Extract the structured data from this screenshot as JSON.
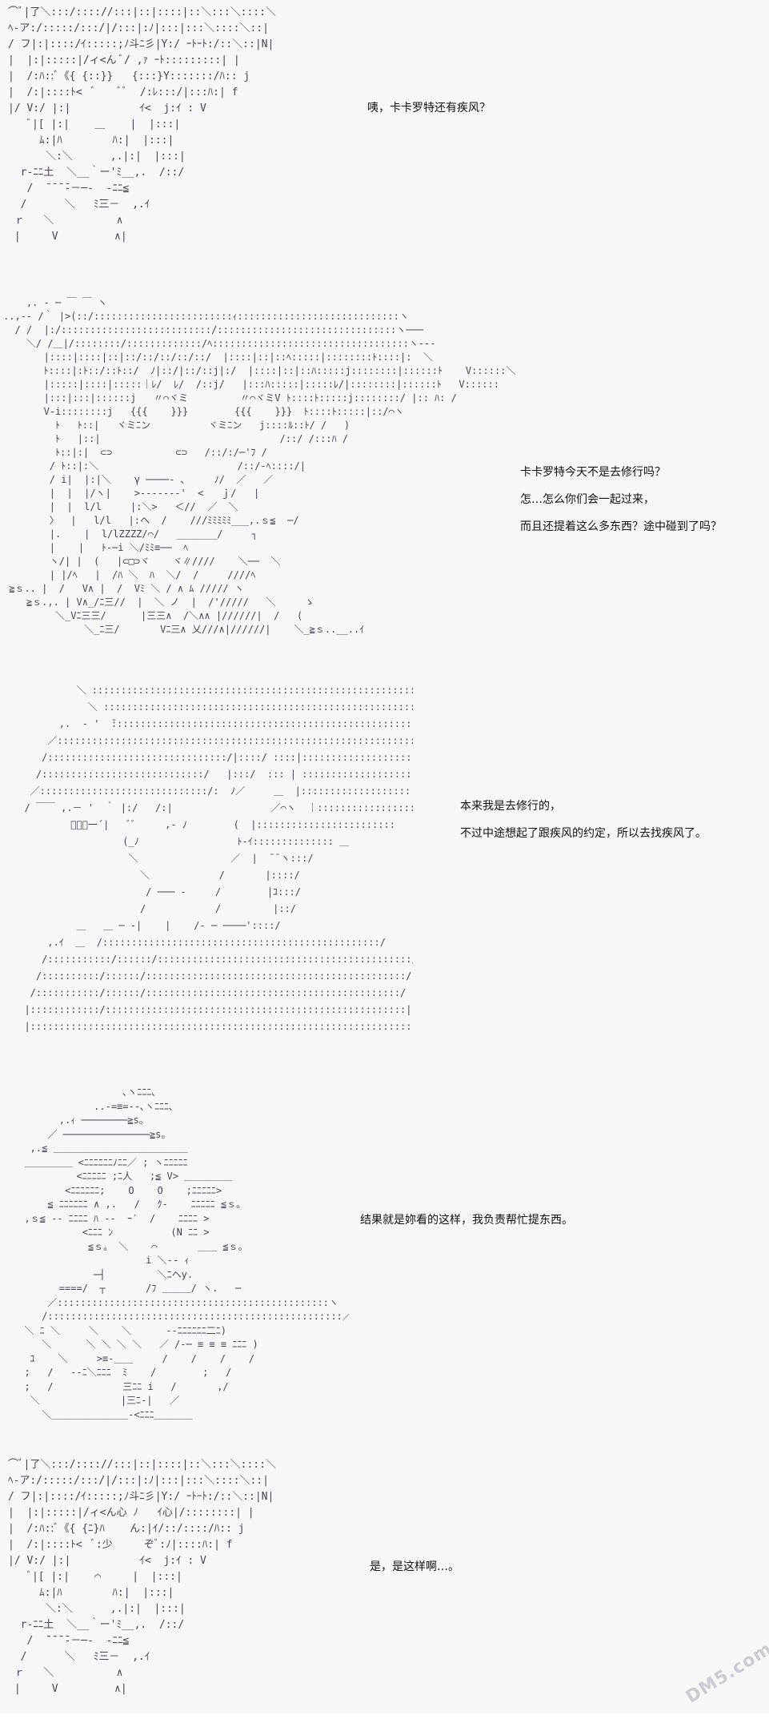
{
  "panels": [
    {
      "dialogue": [
        "咦，卡卡罗特还有疾风？"
      ],
      "art": [
        "⌒ﾞ|了＼:::/:::://:::|::|::::|::＼:::＼::::＼",
        "ﾍ‐ア:/:::::/:::/|/:::|:ﾉ|:::|:::＼::::＼::|",
        "/ フ|:|::::/ｲ:::::;ﾉ斗ﾆ彡|Y:/ ｰﾄｰﾄ:/::＼::|N|",
        "|  |:|:::::|/ィ<ん ﾞ/ ,ｧ ｰﾄ:::::::::| |",
        "|  /:ﾊ::ﾞ《{ {::}}   {:::}Y:::::::/ﾊ:: j",
        "|  /:|::::ﾄ<  ﾞ    ﾞﾞ  /:ﾚ:::/|:::ﾊ:| f",
        "|/ V:/ |:|           ｲ<  j:ｲ : V",
        "   ﾞ|[ |:|    ＿    |  |:::|",
        "     ﾑ:|ﾊ        ﾊ:|  |:::|",
        "      ＼:＼      ,.|:|  |:::|",
        "  r‐ﾆﾆ土  ＼__｀ー'ﾐ__,.  /::/",
        "   /  ̄ ̄ ̄ ̄‐－─‐  ‐ﾆﾆ≦",
        "  /      ＼   ﾐ三－  ,.ｲ",
        " ｒ   ＼          ∧",
        " |     V         ∧|"
      ]
    },
    {
      "dialogue": [
        "卡卡罗特今天不是去修行吗？",
        "怎…怎么你们会一起过来，",
        "而且还提着这么多东西？途中碰到了吗？"
      ],
      "art": [
        "    ,. ‐ ─ ￣ ￣ ヽ",
        "..,-‐ /｀ |>(::/::::::::::::::::::::::::ｨ::::::::::::::::::::::::::::ヽ",
        "  / /  |:/::::::::::::::::::::::::::/:::::::::::::::::::::::::::::::ヽ───",
        "    ＼/ /＿|/::::::::/:::::::::::::/ﾍ::::::::::::::::::::::::::::::::::ヽ--‐",
        "       |::::|::::|::|::/::/::/::/::/  |::::|::|::ﾍ:::::|::::::::ﾄ::::|:  ＼",
        "       ﾄ::::|:ﾄ::/::ﾄ::/  ﾉ|::/|::/::j|:/  |::::|::|::ﾊ:::::j::::::::|::::::ﾄ    V::::::＼",
        "       |:::::|::::|:::::｜ﾚ/  ﾚ/  /::j/   |:::ﾊ:::::|:::::ﾚ/|::::::::|::::::ﾄ   V::::::  ",
        "       |:::|:::|::::::j   〃⌒ヾミ         〃⌒ヾミV ﾄ::::ﾄ:::::j::::::::/ |:: ﾊ: /",
        "       V‐i::::::::j   {{{    }}}        {{{    }}}  ﾄ::::ﾄ:::::|::/⌒ヽ",
        "         ﾄ   ﾄ::|   ヾミﾆン          ヾミﾆン   j::::ﾙ::ﾄ/ /   )",
        "         ﾄ   |::|                               /::/ /:::ﾊ /",
        "         ﾄ::|:|  ⊂⊃           ⊂⊃   /::/:/─'ﾌ /",
        "        / ﾄ::|:＼                        /::/‐ﾍ::::/|",
        "        / i|  |:|＼    γ ────‐ ､     ﾉ/  ／   ／",
        "        |  |  |/ヽ|    >‐‐‐‐‐‐‐'  <   ｊ/   |",
        "        |  |  l/l     |:＼>   ＜//  ／  ＼ ",
        "        〉  |   l/l   |:ヘ  /    ///ﾐﾐﾐﾐﾐ___,.ｓ≦  ─/",
        "        |.    |  l/lZZZZ/⌒/   _______/     ┐",
        "        |    |   ﾄ‐─i ＼/ﾐﾐ≡──  ﾍ",
        "        ヽ/| |  (   |⊂□⊃ヾ    ヾ∥////    ＼──  ＼",
        "        | |/ﾍ   |  /ﾊ ＼  ﾊ  ＼/  /     ////ﾍ",
        " ≧ｓ.. |  /   V∧ |  /  Vﾐ ＼ / ∧ ﾑ ///// ヽ",
        "    ≧ｓ.,. | V∧_/ﾆ三//  |  ＼ ノ  |  /'/////   ＼     ゝ",
        "         ＼_Vﾆ三三/      |三三∧  /＼∧∧ |//////|  /   ( ",
        "              ＼_ﾆ三/       Vﾆ三∧ 乂///∧|//////|    ＼_≧ｓ..__..ｲ"
      ]
    },
    {
      "dialogue": [
        "本来我是去修行的，",
        "不过中途想起了跟疾风的约定，所以去找疾风了。"
      ],
      "art": [
        "           ＼ ::::::::::::::::::::::::::::::::::::::::::::::::::::::::::::::,",
        "             ＼ :::::::::::::::::::::::::::::::::::::::::::::::::::::::::::::::::::::",
        "        ,.  ‐ '  ̄:::::::::::::::::::::::::::::::::::::::::::::::::::::::::::::::::: ＿＿",
        "      ／::::::::::::::::::::::::::::::::::::::::::::::::::::::::::::::::::::::ﾚ─ ‐ /",
        "     /:::::::::::::::::::::::::::::::/|::::/ ::::|::::::::::::::::::::::::::::::::::/",
        "    /::::::::::::::::::::::::::::/   |:::/  ::: | ::::::::::::::::::::::::::::::::::/",
        "   ／:::::::::::::::::::::::::::::/:  ﾉ／     ＿  |::::::::::::::::::::::::::::::::::ヽ",
        "  / ￣￣ ,.－ '  ｀ |:/   /:|                 ／⌒ヽ  ｜:::::::::::::::::::::::::ヽ",
        "          ﾞﾞﾞ一´|   ﾞﾞ     ,- ﾉ        (  |::::::::::::::::::::::::",
        "                   (_ﾉ                 ﾄ-ｲ:::::::::::::: ＿",
        "                    ＼                ／  |  ̄ ̄ ヽ:::/",
        "                      ＼            /       |::::/",
        "                       / ─── ‐     /        |ﾕ:::/",
        "                      /            /         |::/",
        "           ＿   ＿ ─ ‐|    |    /‐ ─ ────'::::/",
        "      ,.ｲ  ＿  /::::::::::::::::::::::::::::::::::::::::::::::::/",
        "     /:::::::::::/::::::/::::::::::::::::::::::::::::::::::::::::::::/",
        "    /::::::::::/::::::/:::::::::::::::::::::::::::::::::::::::::::::/",
        "   /:::::::::::/::::::/::::::::::::::::::::::::::::::::::::::::::::/",
        "  |::::::::::::/::::::::::::::::::::::::::::::::::::::::::::::::::::|",
        "  |::::::::::::::::::::::::::::::::::::::::::::::::::::::::::::::::::|"
      ]
    },
    {
      "dialogue": [
        "结果就是妳看的这样，我负责帮忙提东西。"
      ],
      "art": [
        "                   ､ヽﾆﾆﾆ､",
        "              ..‐=≡=--､ヽﾆﾆﾆ､",
        "        ,.ｨ ────────≧s。",
        "      ／ ───────────────≧s。",
        "   ,.≦ ＿＿＿＿＿＿＿＿＿＿＿＿＿＿",
        "  ＿＿＿＿＿ <ﾆﾆﾆﾆﾆﾆﾉﾆﾆ／ ; ヽﾆﾆﾆﾆﾆ",
        "           <ﾆﾆﾆﾆﾆ ;ﾆ人   ;≦ V> ＿＿＿＿＿",
        "         <ﾆﾆﾆﾆﾆﾆ;    O    O    ;ﾆﾆﾆﾆﾆ>",
        "      ≦ ﾆﾆﾆﾆﾆﾆ ∧ ,.   /   ｸ‐    ﾆﾆﾆﾆﾆ ≦ｓ。",
        "  ,ｓ≦ -‐ ﾆﾆﾆﾆ ﾊ ‐-  ｰ′  /    ﾆﾆﾆﾆ >",
        "            <ﾆﾆﾆ ﾝ          (N ﾆﾆ >",
        "             ≦ｓ。 ＼    ⌒       ＿＿ ≦ｓ。",
        "                       i ＼‐‐ ｨ",
        "              ─┤         ＼ﾆヘy.",
        "        ====/  ┬       /ﾌ ＿＿＿/ ヽ.   ─",
        "      ／:::::::::::::::::::::::::::::::::::::::::::::::ヽ  ＼",
        "     /:::::::::::::::::::::::::::::::::::::::::::::::::::／ﾍ   ＼",
        "  ＼ ﾆ ＼     ＼    ＼      ‐‐ﾆﾆﾆﾆﾆﾆ二ﾆ)",
        "     ＼      ＼ ＼ ＼ ＼   ／ /‐─ ≡ ≡ ≡ ﾆﾆﾆ )",
        "   ﾕ    ＼     >≡‐＿＿     /    /    /    /",
        "  ;   /   ‐‐ﾆ＼ﾆﾆﾆ  ﾐ    /        ;   /",
        "  ;   /            三ﾆﾆ i   /       ,/",
        "   ＼              |三ﾆ-|   ／",
        "     ＼＿＿＿＿＿＿＿＿‐<ﾆﾆﾆ＿＿＿＿"
      ]
    },
    {
      "dialogue": [
        "是，是这样啊…。"
      ],
      "art": [
        "⌒ﾞ|了＼:::/:::://:::|::|::::|::＼:::＼::::＼",
        "ﾍ‐ア:/:::::/:::/|/:::|:ﾉ|:::|:::＼::::＼::|",
        "/ フ|:|::::/ｲ:::::;ﾉ斗ﾆ彡|Y:/ ｰﾄｰﾄ:/::＼::|N|",
        "|  |:|:::::|/ィ<ん心 ﾉ   ｲ心|/::::::::| |",
        "|  /:ﾊ::ﾞ《{ {ﾆ}ﾊ    ん:|ｲ/::/::::/ﾊ:: j",
        "|  /:|::::ﾄ<  ﾞ:少     ぞﾞ:ﾉ|::::ﾊ:| f",
        "|/ V:/ |:|           ｲ<  j:ｲ : V",
        "   ﾞ|[ |:|    ⌒     |  |:::|",
        "     ﾑ:|ﾊ        ﾊ:|  |:::|",
        "      ＼:＼      ,.|:|  |:::|",
        "  r‐ﾆﾆ土  ＼__｀ー'ﾐ__,.  /::/",
        "   /  ̄ ̄ ̄ ̄‐－─‐  ‐ﾆﾆ≦",
        "  /      ＼   ﾐ三－  ,.ｲ",
        " ｒ   ＼          ∧",
        " |     V         ∧|"
      ]
    }
  ],
  "watermark": {
    "label": "DM5.com"
  }
}
